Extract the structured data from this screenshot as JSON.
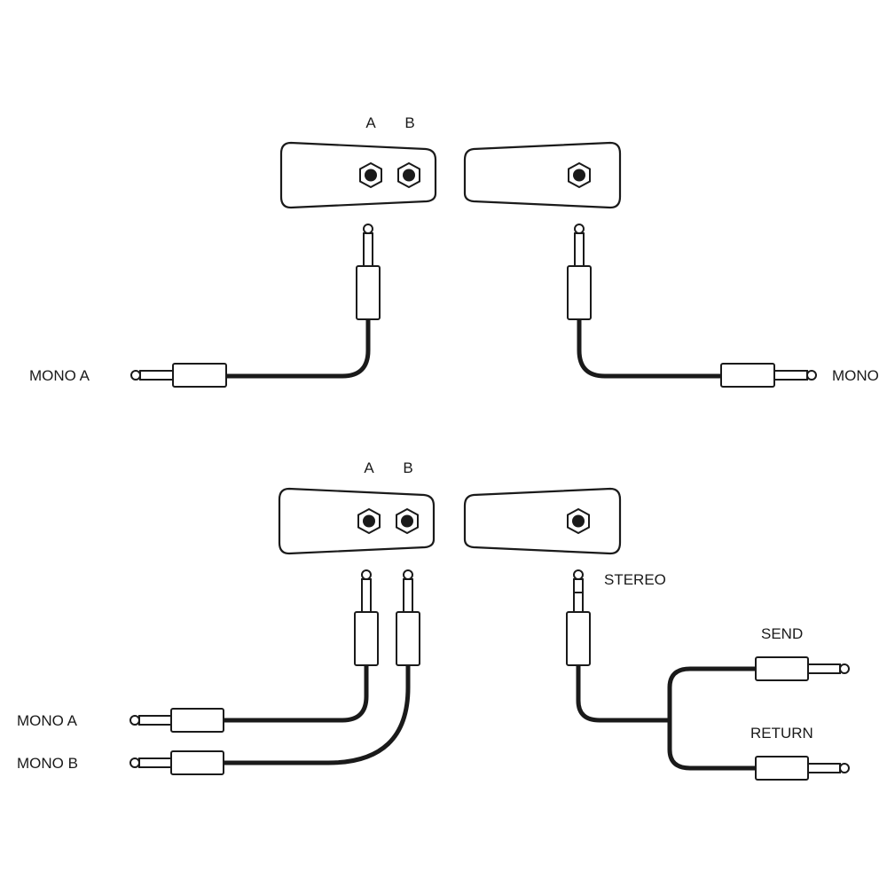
{
  "diagram": {
    "title": "Mono and stereo jack cable connection diagram",
    "colors": {
      "line": "#1a1a1a",
      "background": "#ffffff"
    },
    "top": {
      "jack_labels": [
        "A",
        "B"
      ],
      "left_cable_label": "MONO A",
      "right_cable_label": "MONO"
    },
    "bottom": {
      "jack_labels": [
        "A",
        "B"
      ],
      "left_cable_labels": [
        "MONO A",
        "MONO B"
      ],
      "stereo_label": "STEREO",
      "send_label": "SEND",
      "return_label": "RETURN"
    }
  }
}
